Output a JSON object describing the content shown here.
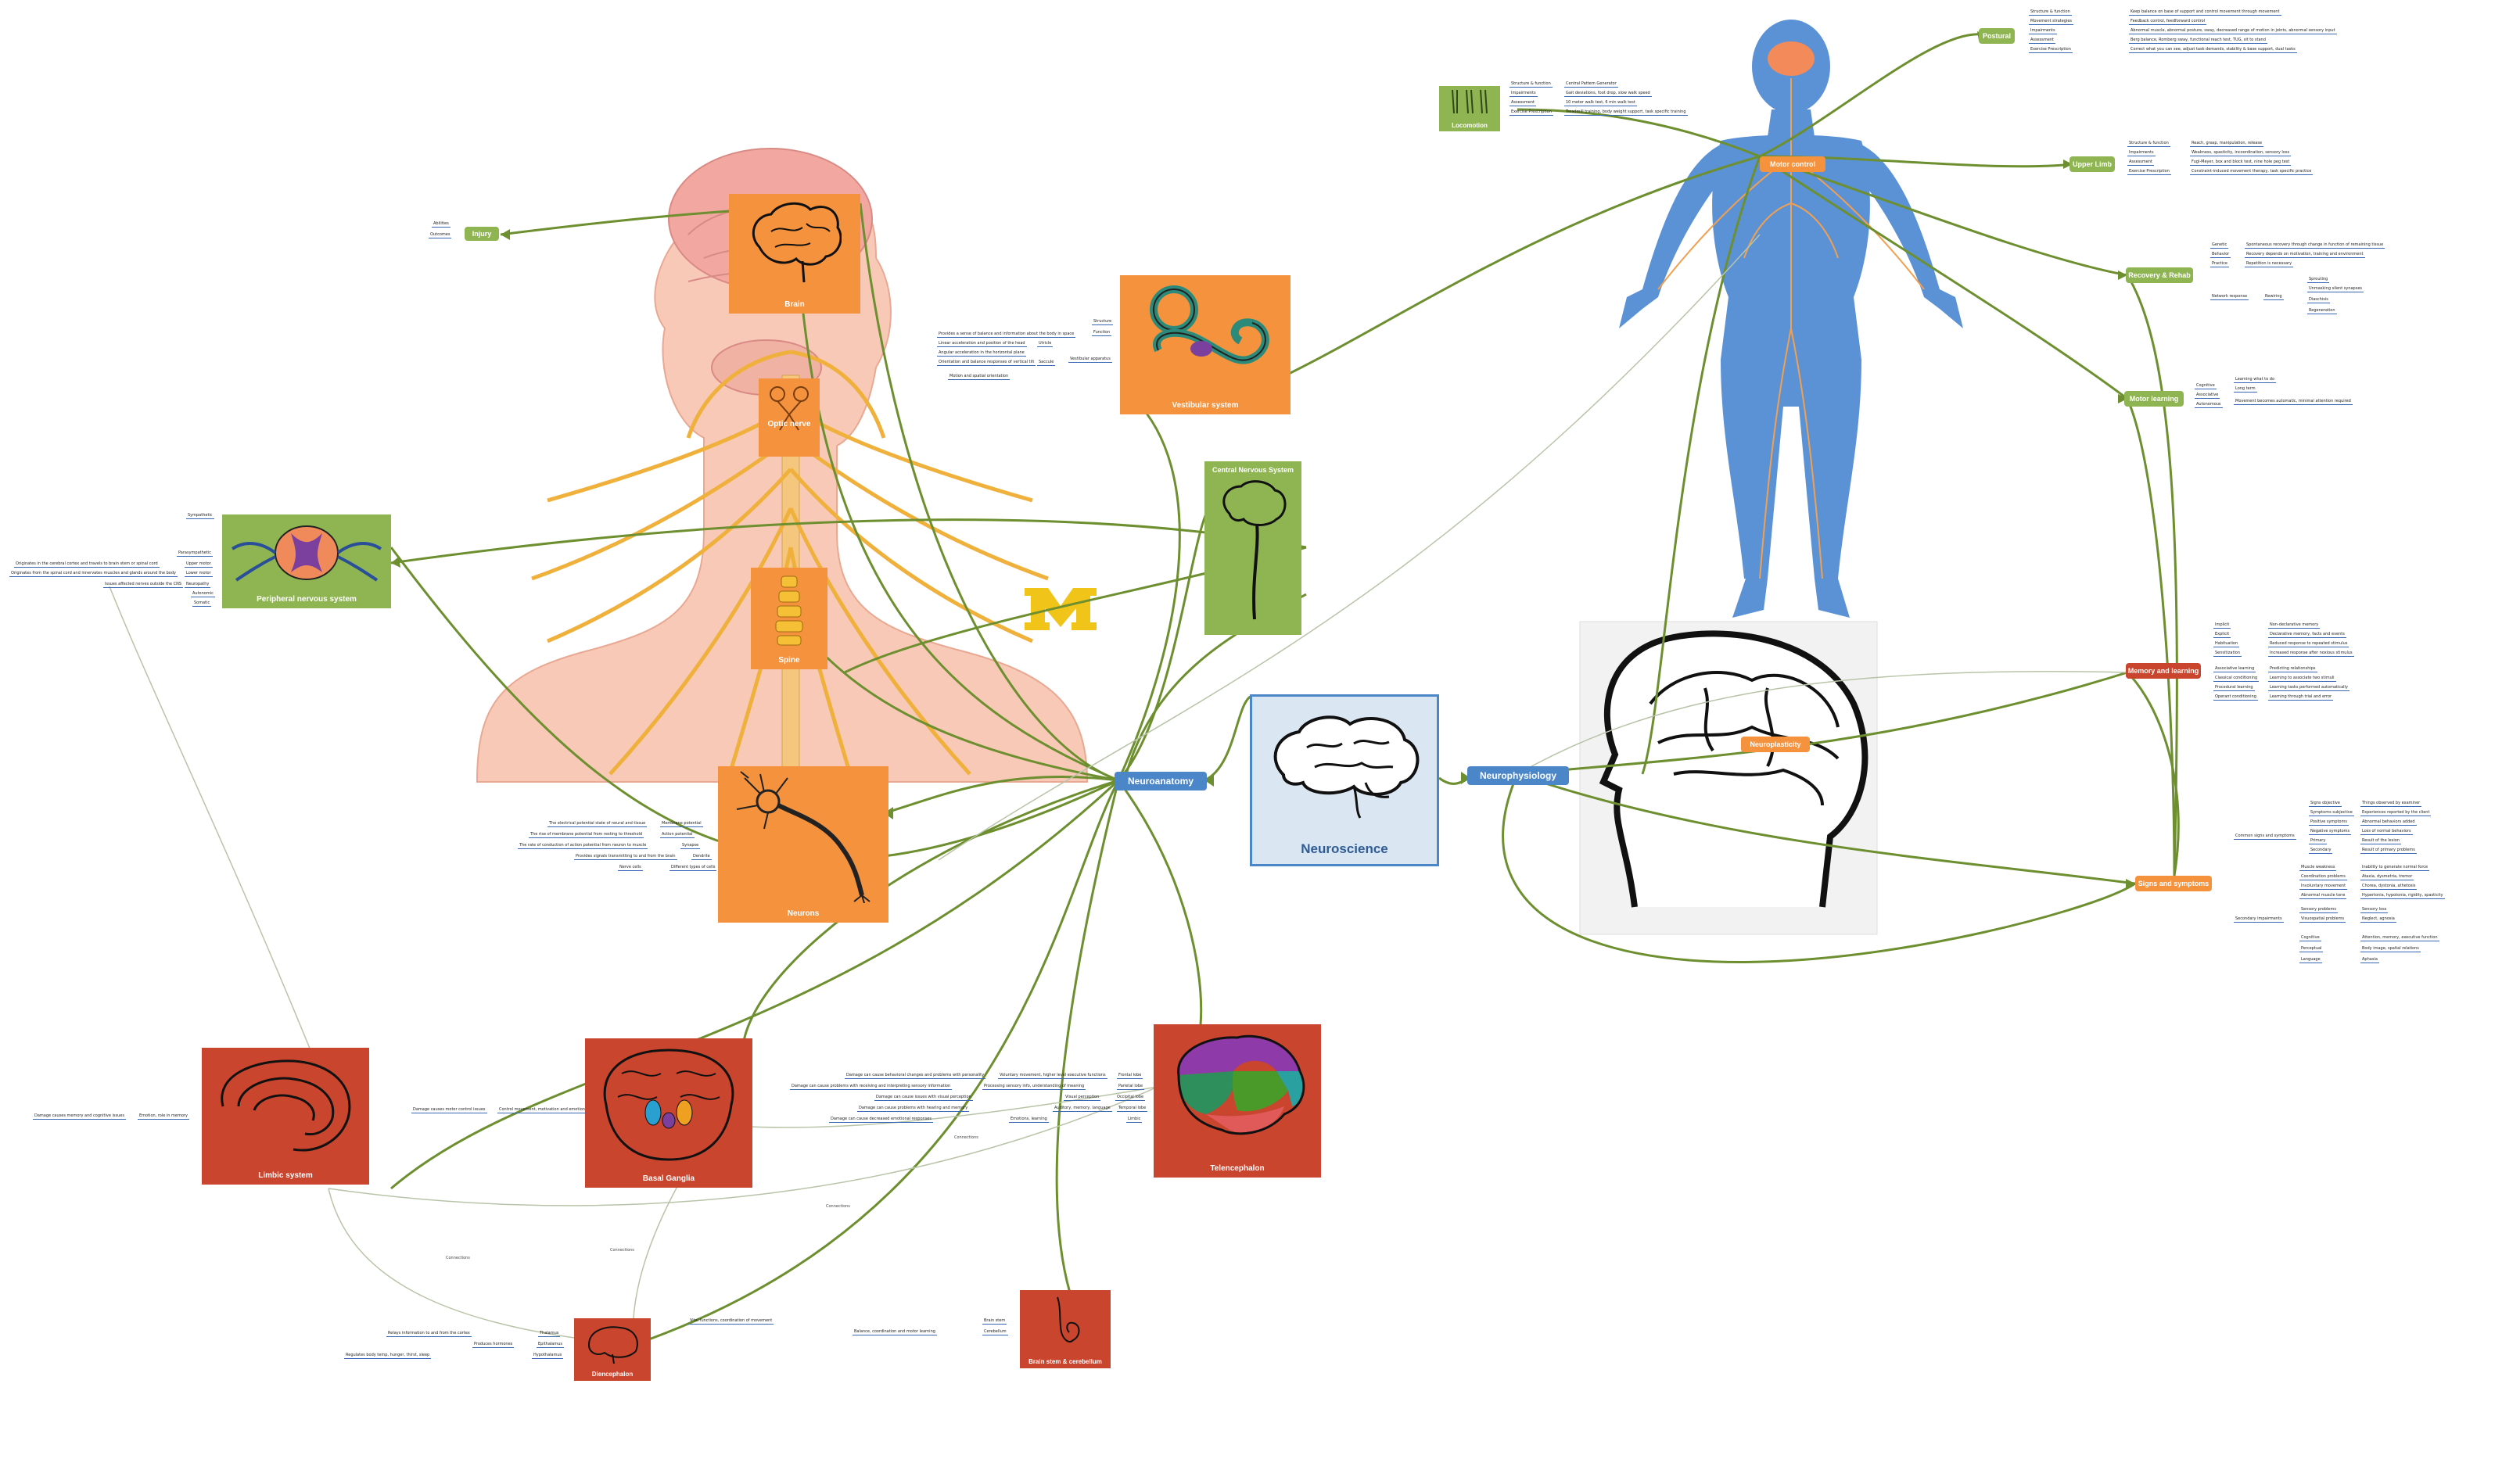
{
  "colors": {
    "orange": "#f4923e",
    "green": "#8fb552",
    "red": "#c9452e",
    "blue": "#4a86c8",
    "line_green": "#6d8f2f",
    "line_faint": "#b8c4a8",
    "leaf_underline": "#3a67b1",
    "michigan_yellow": "#f0c419"
  },
  "central": {
    "label": "Neuroscience"
  },
  "branches": {
    "neuroanatomy": "Neuroanatomy",
    "neurophysiology": "Neurophysiology"
  },
  "anatomy": {
    "brain": "Brain",
    "optic_nerve": "Optic nerve",
    "spine": "Spine",
    "neurons": "Neurons",
    "vestibular": "Vestibular system",
    "cns": "Central Nervous System",
    "pns": "Peripheral nervous system",
    "telencephalon": "Telencephalon",
    "basal_ganglia": "Basal Ganglia",
    "limbic": "Limbic system",
    "diencephalon": "Diencephalon",
    "brainstem": "Brain stem & cerebellum",
    "injury": "Injury",
    "injury_leaves": [
      "Abilities",
      "Outcomes"
    ]
  },
  "physiology": {
    "motor_control": "Motor control",
    "postural": "Postural",
    "locomotion": "Locomotion",
    "upper_limb": "Upper Limb",
    "recovery": "Recovery & Rehab",
    "motor_learning": "Motor learning",
    "memory_learning": "Memory and learning",
    "signs_symptoms": "Signs and symptoms",
    "neuroplasticity": "Neuroplasticity"
  },
  "leaves": {
    "postural": [
      [
        "Structure & function",
        "Keep balance on base of support and control movement through movement"
      ],
      [
        "Movement strategies",
        "Feedback control, feedforward control"
      ],
      [
        "Impairments",
        "Abnormal muscle, abnormal posture, sway, decreased range of motion in joints, abnormal sensory input"
      ],
      [
        "Assessment",
        "Berg balance, Romberg sway, functional reach test, TUG, sit to stand"
      ],
      [
        "Exercise Prescription",
        "Correct what you can see, adjust task demands, stability & base support, dual tasks"
      ]
    ],
    "locomotion": [
      [
        "Structure & function",
        "Central Pattern Generator"
      ],
      [
        "Impairments",
        "Gait deviations, foot drop, slow walk speed"
      ],
      [
        "Assessment",
        "10 meter walk test, 6 min walk test"
      ],
      [
        "Exercise Prescription",
        "Treadmill training, body weight support, task specific training"
      ]
    ],
    "upper_limb": [
      [
        "Structure & function",
        "Reach, grasp, manipulation, release"
      ],
      [
        "Impairments",
        "Weakness, spasticity, incoordination, sensory loss"
      ],
      [
        "Assessment",
        "Fugl-Meyer, box and block test, nine hole peg test"
      ],
      [
        "Exercise Prescription",
        "Constraint-induced movement therapy, task specific practice"
      ]
    ],
    "recovery": [
      [
        "Genetic",
        "Spontaneous recovery through change in function of remaining tissue"
      ],
      [
        "Behavior",
        "Recovery depends on motivation, training and environment"
      ],
      [
        "Practice",
        "Repetition is necessary"
      ],
      [
        "Network response",
        "Rewiring"
      ]
    ],
    "recovery_sub": [
      "Sprouting",
      "Unmasking silent synapses",
      "Diaschisis",
      "Regeneration"
    ],
    "motor_learning": [
      [
        "Cognitive",
        "Learning what to do"
      ],
      [
        "Associative",
        "Long term"
      ],
      [
        "Autonomous",
        "Movement becomes automatic, minimal attention required"
      ]
    ],
    "memory": [
      [
        "Implicit",
        "Non-declarative memory"
      ],
      [
        "Explicit",
        "Declarative memory, facts and events"
      ],
      [
        "Habituation",
        "Reduced response to repeated stimulus"
      ],
      [
        "Sensitization",
        "Increased response after noxious stimulus"
      ],
      [
        "Associative learning",
        "Predicting relationships"
      ],
      [
        "Classical conditioning",
        "Learning to associate two stimuli"
      ],
      [
        "Procedural learning",
        "Learning tasks performed automatically"
      ],
      [
        "Operant conditioning",
        "Learning through trial and error"
      ]
    ],
    "signs_common": [
      [
        "Signs objective",
        "Things observed by examiner"
      ],
      [
        "Symptoms subjective",
        "Experiences reported by the client"
      ],
      [
        "Positive symptoms",
        "Abnormal behaviors added"
      ],
      [
        "Negative symptoms",
        "Loss of normal behaviors"
      ],
      [
        "Primary",
        "Result of the lesion"
      ],
      [
        "Secondary",
        "Result of primary problems"
      ]
    ],
    "signs_secondary": [
      [
        "Muscle weakness",
        "Inability to generate normal force"
      ],
      [
        "Coordination problems",
        "Ataxia, dysmetria, tremor"
      ],
      [
        "Involuntary movement",
        "Chorea, dystonia, athetosis"
      ],
      [
        "Abnormal muscle tone",
        "Hypertonia, hypotonia, rigidity, spasticity"
      ],
      [
        "Sensory problems",
        "Sensory loss"
      ],
      [
        "Visuospatial problems",
        "Neglect, agnosia"
      ],
      [
        "Cognitive",
        "Attention, memory, executive function"
      ],
      [
        "Perceptual",
        "Body image, spatial relations"
      ],
      [
        "Language",
        "Aphasia"
      ]
    ],
    "signs_group_common": "Common signs and symptoms",
    "signs_group_secondary": "Secondary impairments",
    "vestibular": [
      [
        "Provides a sense of balance and information about the body in space",
        "Structure"
      ],
      [
        "Linear acceleration and position of the head",
        "Function"
      ],
      [
        "Angular acceleration in the horizontal plane",
        "Utricle"
      ],
      [
        "Orientation and balance responses of vertical tilt",
        "Saccule"
      ],
      [
        "Motion and spatial orientation",
        "Vestibular apparatus"
      ]
    ],
    "pns": [
      [
        "Originates in the cerebral cortex and travels to brain stem or spinal cord",
        "Upper motor"
      ],
      [
        "Originates from the spinal cord and innervates muscles and glands around the body",
        "Lower motor"
      ],
      [
        "Issues affected nerves outside the CNS",
        "Neuropathy"
      ]
    ],
    "pns_labels": [
      "Sympathetic",
      "Parasympathetic",
      "Autonomic",
      "Somatic"
    ],
    "neurons": [
      [
        "The electrical potential state of neural and tissue",
        "Membrane potential"
      ],
      [
        "The rise of membrane potential from resting to threshold",
        "Action potential"
      ],
      [
        "The rate of conduction of action potential from neuron to muscle",
        "Synapse"
      ],
      [
        "Provides signals transmitting to and from the brain",
        "Dendrite"
      ],
      [
        "Nerve cells",
        "Different types of cells"
      ]
    ],
    "telencephalon": [
      [
        "Damage can cause behavioral changes and problems with personality",
        "Voluntary movement, higher level executive functions"
      ],
      [
        "Damage can cause problems with receiving and interpreting sensory information",
        "Processing sensory info, understanding of meaning"
      ],
      [
        "Damage can cause issues with visual perception",
        "Visual perception"
      ],
      [
        "Damage can cause problems with hearing and memory",
        "Auditory, memory, language"
      ],
      [
        "Damage can cause decreased emotional responses",
        "Emotions, learning"
      ]
    ],
    "telencephalon_lobes": [
      "Frontal lobe",
      "Parietal lobe",
      "Occipital lobe",
      "Temporal lobe",
      "Limbic"
    ],
    "basal_ganglia": [
      [
        "Damage causes motor control issues",
        "Control movement, motivation and emotion"
      ]
    ],
    "limbic": [
      [
        "Damage causes memory and cognitive issues",
        "Emotion, role in memory"
      ]
    ],
    "diencephalon": [
      [
        "Relays information to and from the cortex",
        "Thalamus"
      ],
      [
        "Produces hormones",
        "Epithalamus"
      ],
      [
        "Regulates body temp, hunger, thirst, sleep",
        "Hypothalamus"
      ]
    ],
    "brainstem": [
      [
        "Vital functions, coordination of movement",
        "Brain stem"
      ],
      [
        "Balance, coordination and motor learning",
        "Cerebellum"
      ]
    ],
    "faint_labels": [
      "Connections",
      "Connections",
      "Connections",
      "Connections"
    ]
  }
}
